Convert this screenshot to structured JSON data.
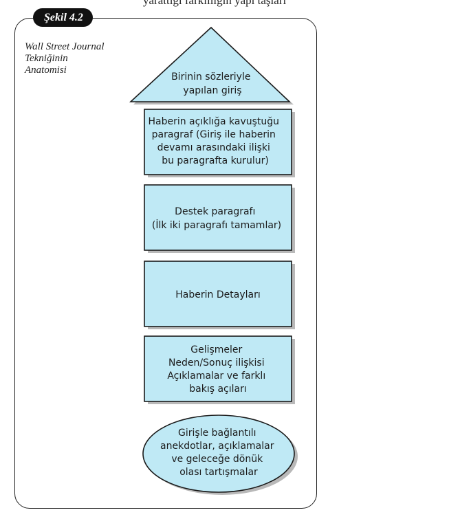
{
  "header": {
    "top_text": "yarattığı farklılığın yapı taşları"
  },
  "figure": {
    "tag": "Şekil 4.2",
    "caption_lines": [
      "Wall Street Journal",
      "Tekniğinin",
      "Anatomisi"
    ]
  },
  "colors": {
    "fill": "#bfe9f5",
    "stroke": "#1a1a1a",
    "shadow": "#b9b9b9"
  },
  "diagram": {
    "triangle": {
      "lines": [
        "Birinin sözleriyle",
        "yapılan giriş"
      ]
    },
    "boxes": [
      {
        "lines": [
          "Haberin açıklığa kavuştuğu",
          "paragraf (Giriş ile haberin",
          "devamı arasındaki ilişki",
          "bu paragrafta kurulur)"
        ]
      },
      {
        "lines": [
          "Destek paragrafı",
          "(İlk iki paragrafı tamamlar)"
        ]
      },
      {
        "lines": [
          "Haberin Detayları"
        ]
      },
      {
        "lines": [
          "Gelişmeler",
          "Neden/Sonuç ilişkisi",
          "Açıklamalar ve farklı",
          "bakış açıları"
        ]
      }
    ],
    "ellipse": {
      "lines": [
        "Girişle bağlantılı",
        "anekdotlar, açıklamalar",
        "ve geleceğe dönük",
        "olası tartışmalar"
      ]
    }
  }
}
